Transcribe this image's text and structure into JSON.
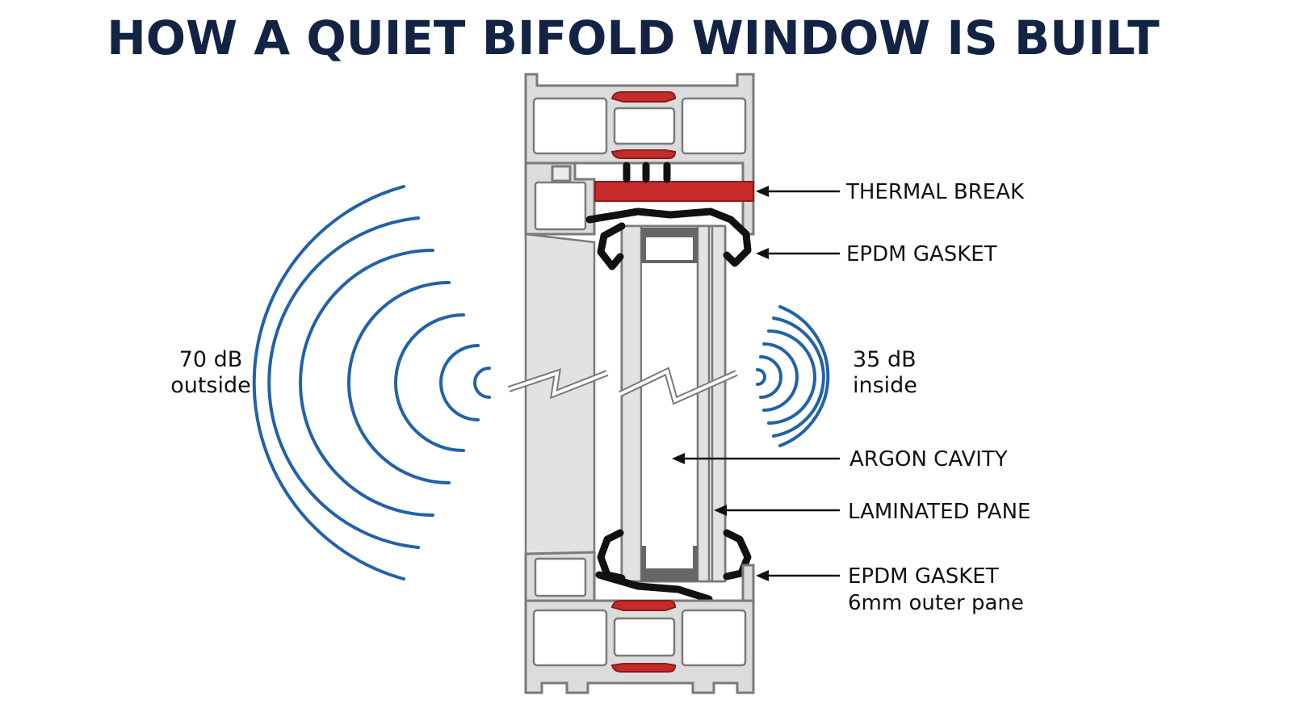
{
  "title": "HOW A QUIET BIFOLD WINDOW IS BUILT",
  "outside": {
    "level": "70 dB",
    "label": "outside"
  },
  "inside": {
    "level": "35 dB",
    "label": "inside"
  },
  "callouts": {
    "thermal_break": "THERMAL BREAK",
    "gasket_top": "EPDM GASKET",
    "argon_cavity": "ARGON CAVITY",
    "laminated_pane": "LAMINATED PANE",
    "gasket_bottom": "EPDM GASKET",
    "outer_pane": "6mm outer pane"
  },
  "colors": {
    "title": "#132344",
    "sound_wave": "#2162a8",
    "thermal_break": "#c62a2a",
    "gasket": "#111111",
    "aluminium": "#dcdcdc"
  }
}
